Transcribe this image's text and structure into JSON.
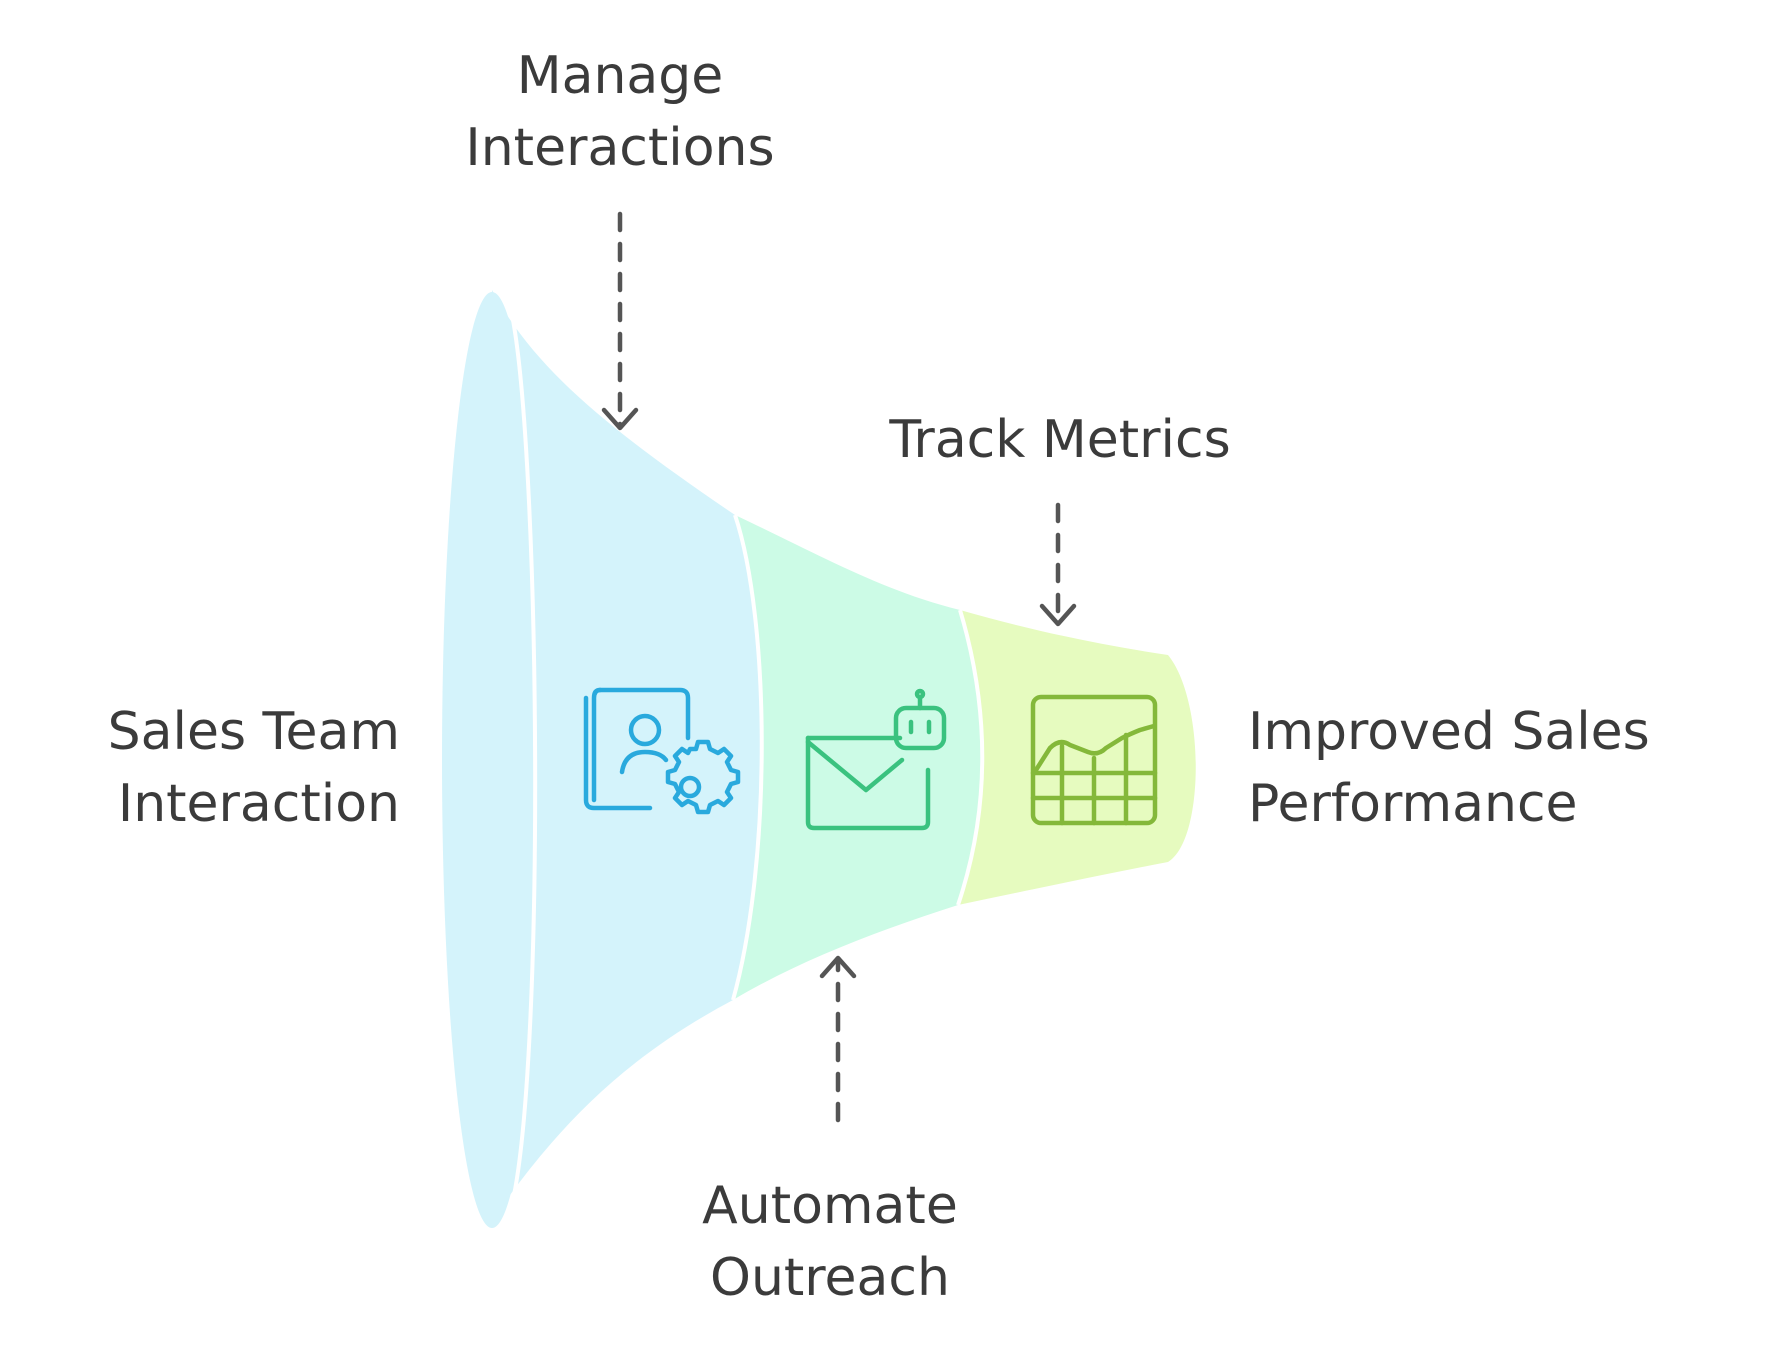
{
  "diagram": {
    "labels": {
      "start": [
        "Sales Team",
        "Interaction"
      ],
      "manage": [
        "Manage",
        "Interactions"
      ],
      "track": [
        "Track Metrics"
      ],
      "automate": [
        "Automate",
        "Outreach"
      ],
      "result": [
        "Improved Sales",
        "Performance"
      ]
    },
    "colors": {
      "stage1": "#d4f3fb",
      "stage2": "#ccfbe6",
      "stage3": "#e6fbbf",
      "icon1": "#29a9dd",
      "icon2": "#3ac27f",
      "icon3": "#84b83a",
      "arrow": "#555555",
      "text": "#3b3b3b"
    },
    "icons": [
      "contact-settings-icon",
      "email-bot-icon",
      "chart-table-icon"
    ]
  }
}
